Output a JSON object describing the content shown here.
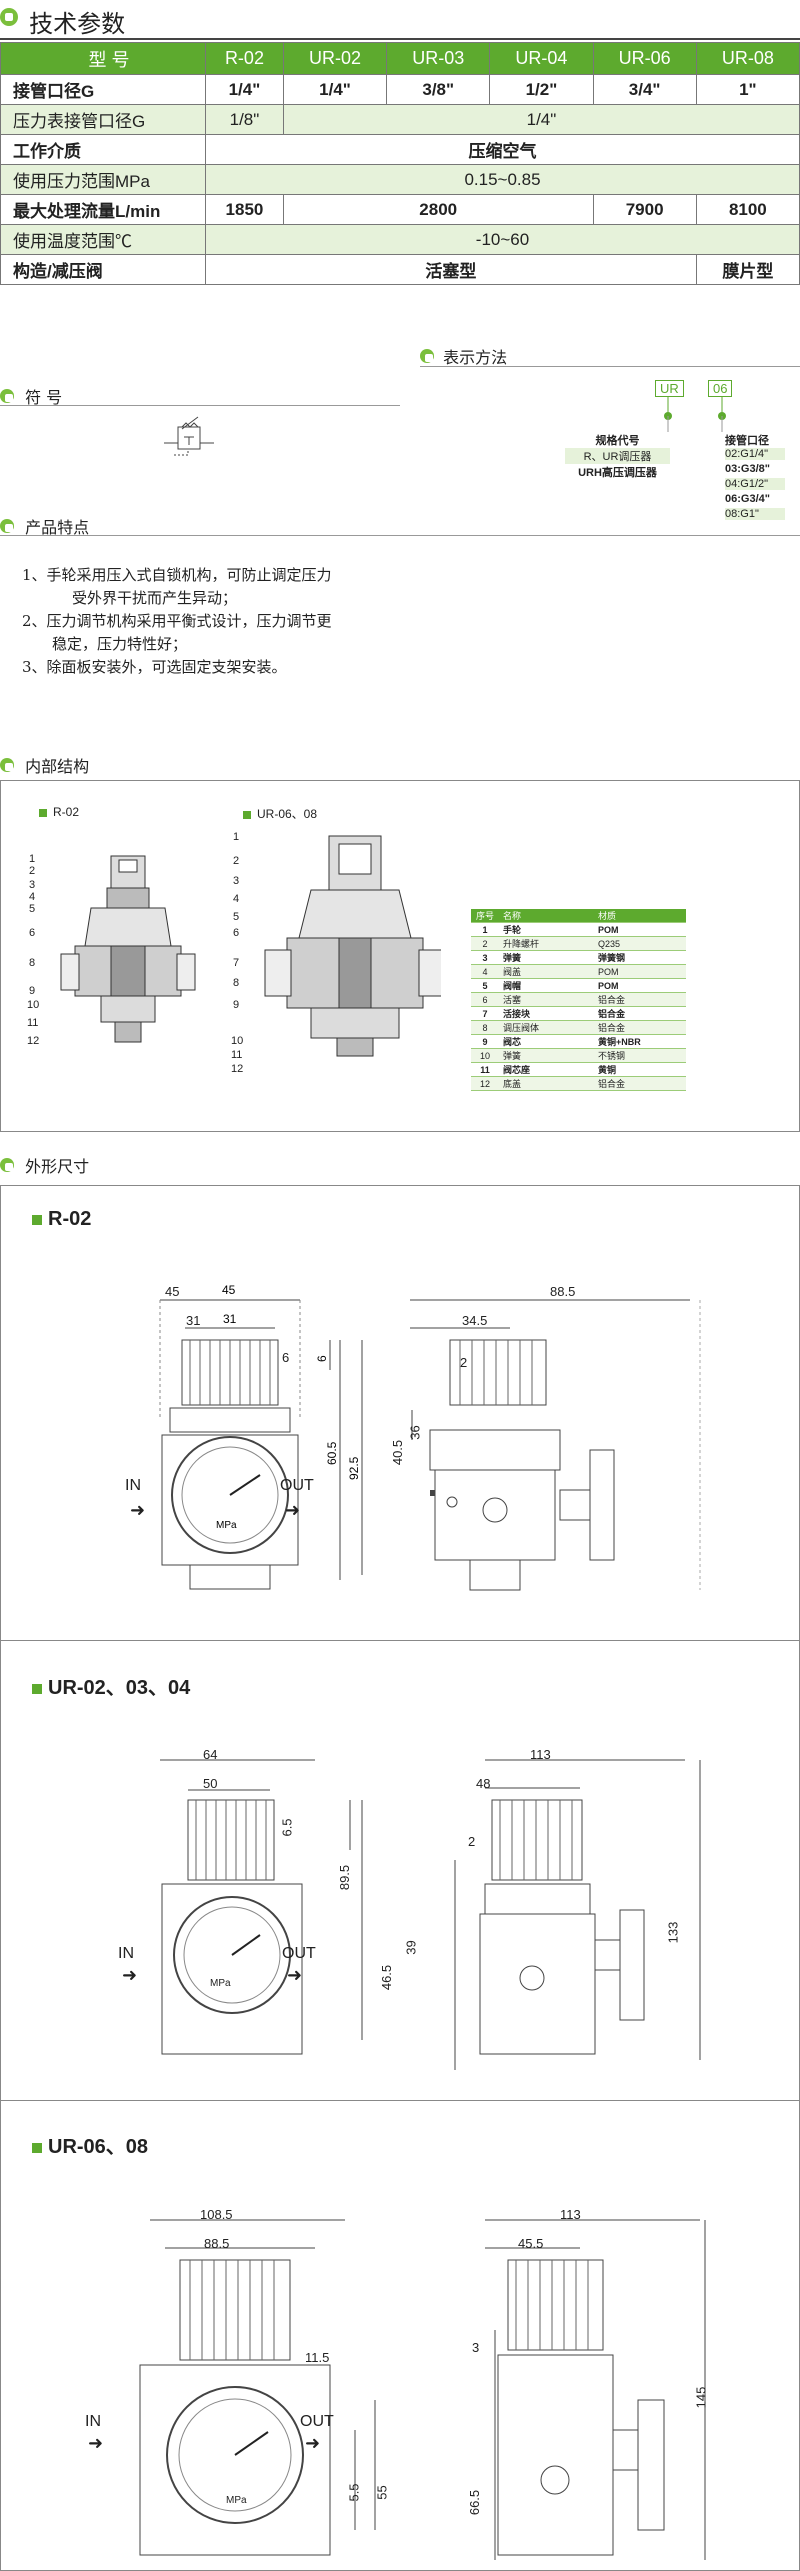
{
  "spec": {
    "title": "技术参数",
    "header": {
      "label": "型  号",
      "models": [
        "R-02",
        "UR-02",
        "UR-03",
        "UR-04",
        "UR-06",
        "UR-08"
      ]
    },
    "port_size": {
      "label": "接管口径G",
      "values": [
        "1/4\"",
        "1/4\"",
        "3/8\"",
        "1/2\"",
        "3/4\"",
        "1\""
      ]
    },
    "gauge_port": {
      "label": "压力表接管口径G",
      "r02": "1/8\"",
      "others": "1/4\""
    },
    "medium": {
      "label": "工作介质",
      "value": "压缩空气"
    },
    "pressure": {
      "label": "使用压力范围MPa",
      "value": "0.15~0.85"
    },
    "flow": {
      "label": "最大处理流量L/min",
      "r02": "1850",
      "ur02_04": "2800",
      "ur06": "7900",
      "ur08": "8100"
    },
    "temp": {
      "label": "使用温度范围℃",
      "value": "-10~60"
    },
    "construction": {
      "label": "构造/减压阀",
      "piston": "活塞型",
      "diaphragm": "膜片型"
    }
  },
  "symbol": {
    "title": "符  号"
  },
  "ordering": {
    "title": "表示方法",
    "tag1": "UR",
    "tag2": "06",
    "col1_title": "规格代号",
    "col1_items": [
      "R、UR调压器",
      "URH高压调压器"
    ],
    "col2_title": "接管口径",
    "col2_items": [
      "02:G1/4\"",
      "03:G3/8\"",
      "04:G1/2\"",
      "06:G3/4\"",
      "08:G1\""
    ]
  },
  "features": {
    "title": "产品特点",
    "lines": [
      "1、手轮采用压入式自锁机构，可防止调定压力",
      "受外界干扰而产生异动；",
      "2、压力调节机构采用平衡式设计，压力调节更",
      "稳定，压力特性好；",
      "3、除面板安装外，可选固定支架安装。"
    ]
  },
  "internal": {
    "title": "内部结构",
    "label_left": "R-02",
    "label_right": "UR-06、08",
    "left_numbers": [
      "1",
      "2",
      "3",
      "4",
      "5",
      "6",
      "8",
      "9",
      "10",
      "11",
      "12"
    ],
    "right_numbers": [
      "1",
      "2",
      "3",
      "4",
      "5",
      "6",
      "7",
      "8",
      "9",
      "10",
      "11",
      "12"
    ],
    "parts_header": [
      "序号",
      "名称",
      "材质"
    ],
    "parts": [
      [
        "1",
        "手轮",
        "POM"
      ],
      [
        "2",
        "升降螺杆",
        "Q235"
      ],
      [
        "3",
        "弹簧",
        "弹簧钢"
      ],
      [
        "4",
        "阀盖",
        "POM"
      ],
      [
        "5",
        "阀帽",
        "POM"
      ],
      [
        "6",
        "活塞",
        "铝合金"
      ],
      [
        "7",
        "活接块",
        "铝合金"
      ],
      [
        "8",
        "调压阀体",
        "铝合金"
      ],
      [
        "9",
        "阀芯",
        "黄铜+NBR"
      ],
      [
        "10",
        "弹簧",
        "不锈钢"
      ],
      [
        "11",
        "阀芯座",
        "黄铜"
      ],
      [
        "12",
        "底盖",
        "铝合金"
      ]
    ]
  },
  "dims": {
    "title": "外形尺寸",
    "r02": {
      "title": "R-02",
      "d45": "45",
      "d31": "31",
      "d6": "6",
      "d60_5": "60.5",
      "d92_5": "92.5",
      "d88_5": "88.5",
      "d34_5": "34.5",
      "d2": "2",
      "d40_5": "40.5",
      "d36": "36",
      "in": "IN",
      "out": "OUT",
      "mpa": "MPa"
    },
    "ur02": {
      "title": "UR-02、03、04",
      "d64": "64",
      "d50": "50",
      "d6_5": "6.5",
      "d89_5": "89.5",
      "d113": "113",
      "d48": "48",
      "d2": "2",
      "d46_5": "46.5",
      "d39": "39",
      "d133": "133",
      "in": "IN",
      "out": "OUT",
      "mpa": "MPa"
    },
    "ur06": {
      "title": "UR-06、08",
      "d108_5": "108.5",
      "d88_5": "88.5",
      "d11_5": "11.5",
      "d5_5": "5.5",
      "d55": "55",
      "d113": "113",
      "d45_5": "45.5",
      "d3": "3",
      "d66_5": "66.5",
      "d145": "145",
      "in": "IN",
      "out": "OUT",
      "mpa": "MPa"
    }
  }
}
